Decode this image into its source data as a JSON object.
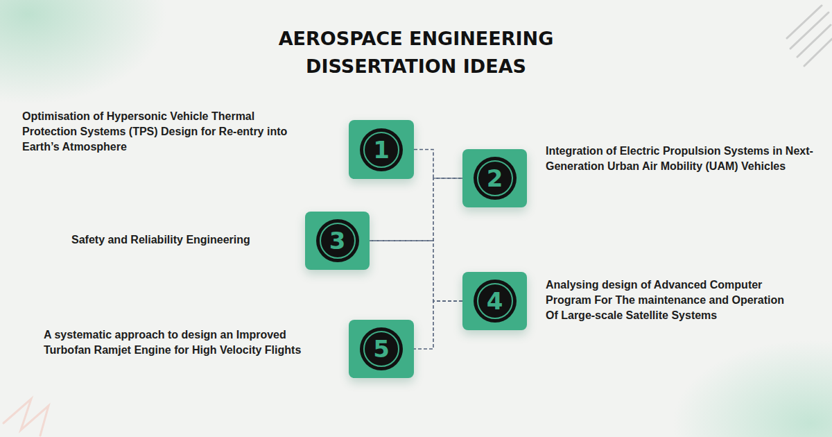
{
  "diagram": {
    "title": "AEROSPACE ENGINEERING DISSERTATION IDEAS",
    "nodes": [
      {
        "text": [
          "1",
          "Optimisation of Hypersonic Vehicle Thermal Protection Systems (TPS) Design for Re-entry into Earth’s Atmosphere"
        ]
      },
      {
        "text": [
          "2",
          "Integration of Electric Propulsion Systems in Next-Generation Urban Air Mobility (UAM) Vehicles"
        ]
      },
      {
        "text": [
          "3",
          "Safety and Reliability Engineering"
        ]
      },
      {
        "text": [
          "4",
          "Analysing design of Advanced Computer Program For The maintenance and Operation Of Large-scale Satellite Systems"
        ]
      },
      {
        "text": [
          "5",
          "A systematic approach to design an Improved Turbofan Ramjet Engine for High Velocity Flights"
        ]
      }
    ],
    "edges": [
      {
        "from": 0,
        "to": 1,
        "arrow": "none"
      },
      {
        "from": 1,
        "to": 2,
        "arrow": "none"
      },
      {
        "from": 2,
        "to": 3,
        "arrow": "none"
      },
      {
        "from": 3,
        "to": 4,
        "arrow": "none"
      }
    ]
  }
}
